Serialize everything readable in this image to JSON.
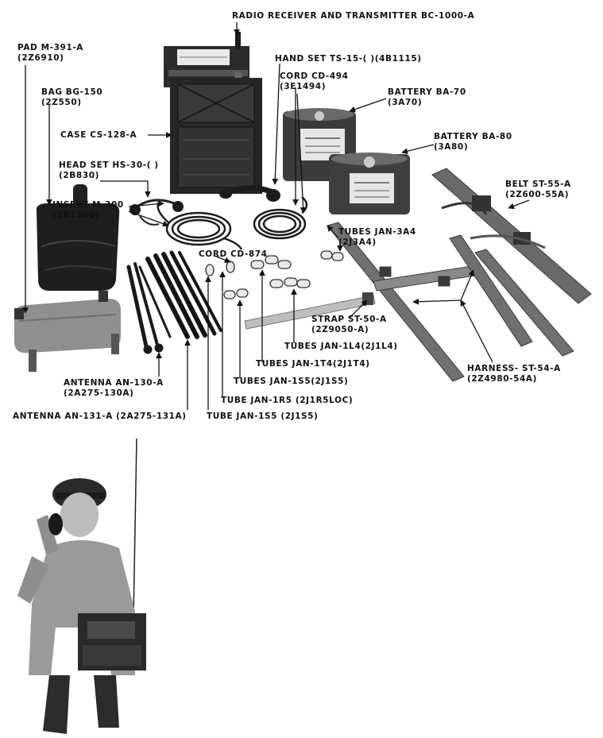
{
  "labels": {
    "radio": "RADIO RECEIVER AND TRANSMITTER BC-1000-A",
    "pad_name": "PAD M-391-A",
    "pad_code": "(2Z6910)",
    "bag_name": "BAG BG-150",
    "bag_code": "(2Z550)",
    "handset_name": "HAND SET TS-15-( )(4B1115)",
    "cord494_name": "CORD CD-494",
    "cord494_code": "(3E1494)",
    "ba70_name": "BATTERY BA-70",
    "ba70_code": "(3A70)",
    "case_name": "CASE CS-128-A",
    "ba80_name": "BATTERY BA-80",
    "ba80_code": "(3A80)",
    "headset_name": "HEAD SET HS-30-( )",
    "headset_code": "(2B830)",
    "insert_name": "INSERT M-300",
    "insert_code": "(2B1300)",
    "belt_name": "BELT ST-55-A",
    "belt_code": "(2Z600-55A)",
    "tubes3a4_name": "TUBES JAN-3A4",
    "tubes3a4_code": "(2J3A4)",
    "cord874_name": "CORD CD-874",
    "strap_name": "STRAP ST-50-A",
    "strap_code": "(2Z9050-A)",
    "tubes1l4": "TUBES JAN-1L4(2J1L4)",
    "tubes1t4": "TUBES JAN-1T4(2J1T4)",
    "harness_name": "HARNESS- ST-54-A",
    "harness_code": "(2Z4980-54A)",
    "tubes1s5": "TUBES JAN-1S5(2J1S5)",
    "ant130_name": "ANTENNA AN-130-A",
    "ant130_code": "(2A275-130A)",
    "tube1r5": "TUBE JAN-1R5 (2J1R5LOC)",
    "ant131": "ANTENNA AN-131-A (2A275-131A)",
    "tube1s5": "TUBE JAN-1S5 (2J1S5)"
  }
}
